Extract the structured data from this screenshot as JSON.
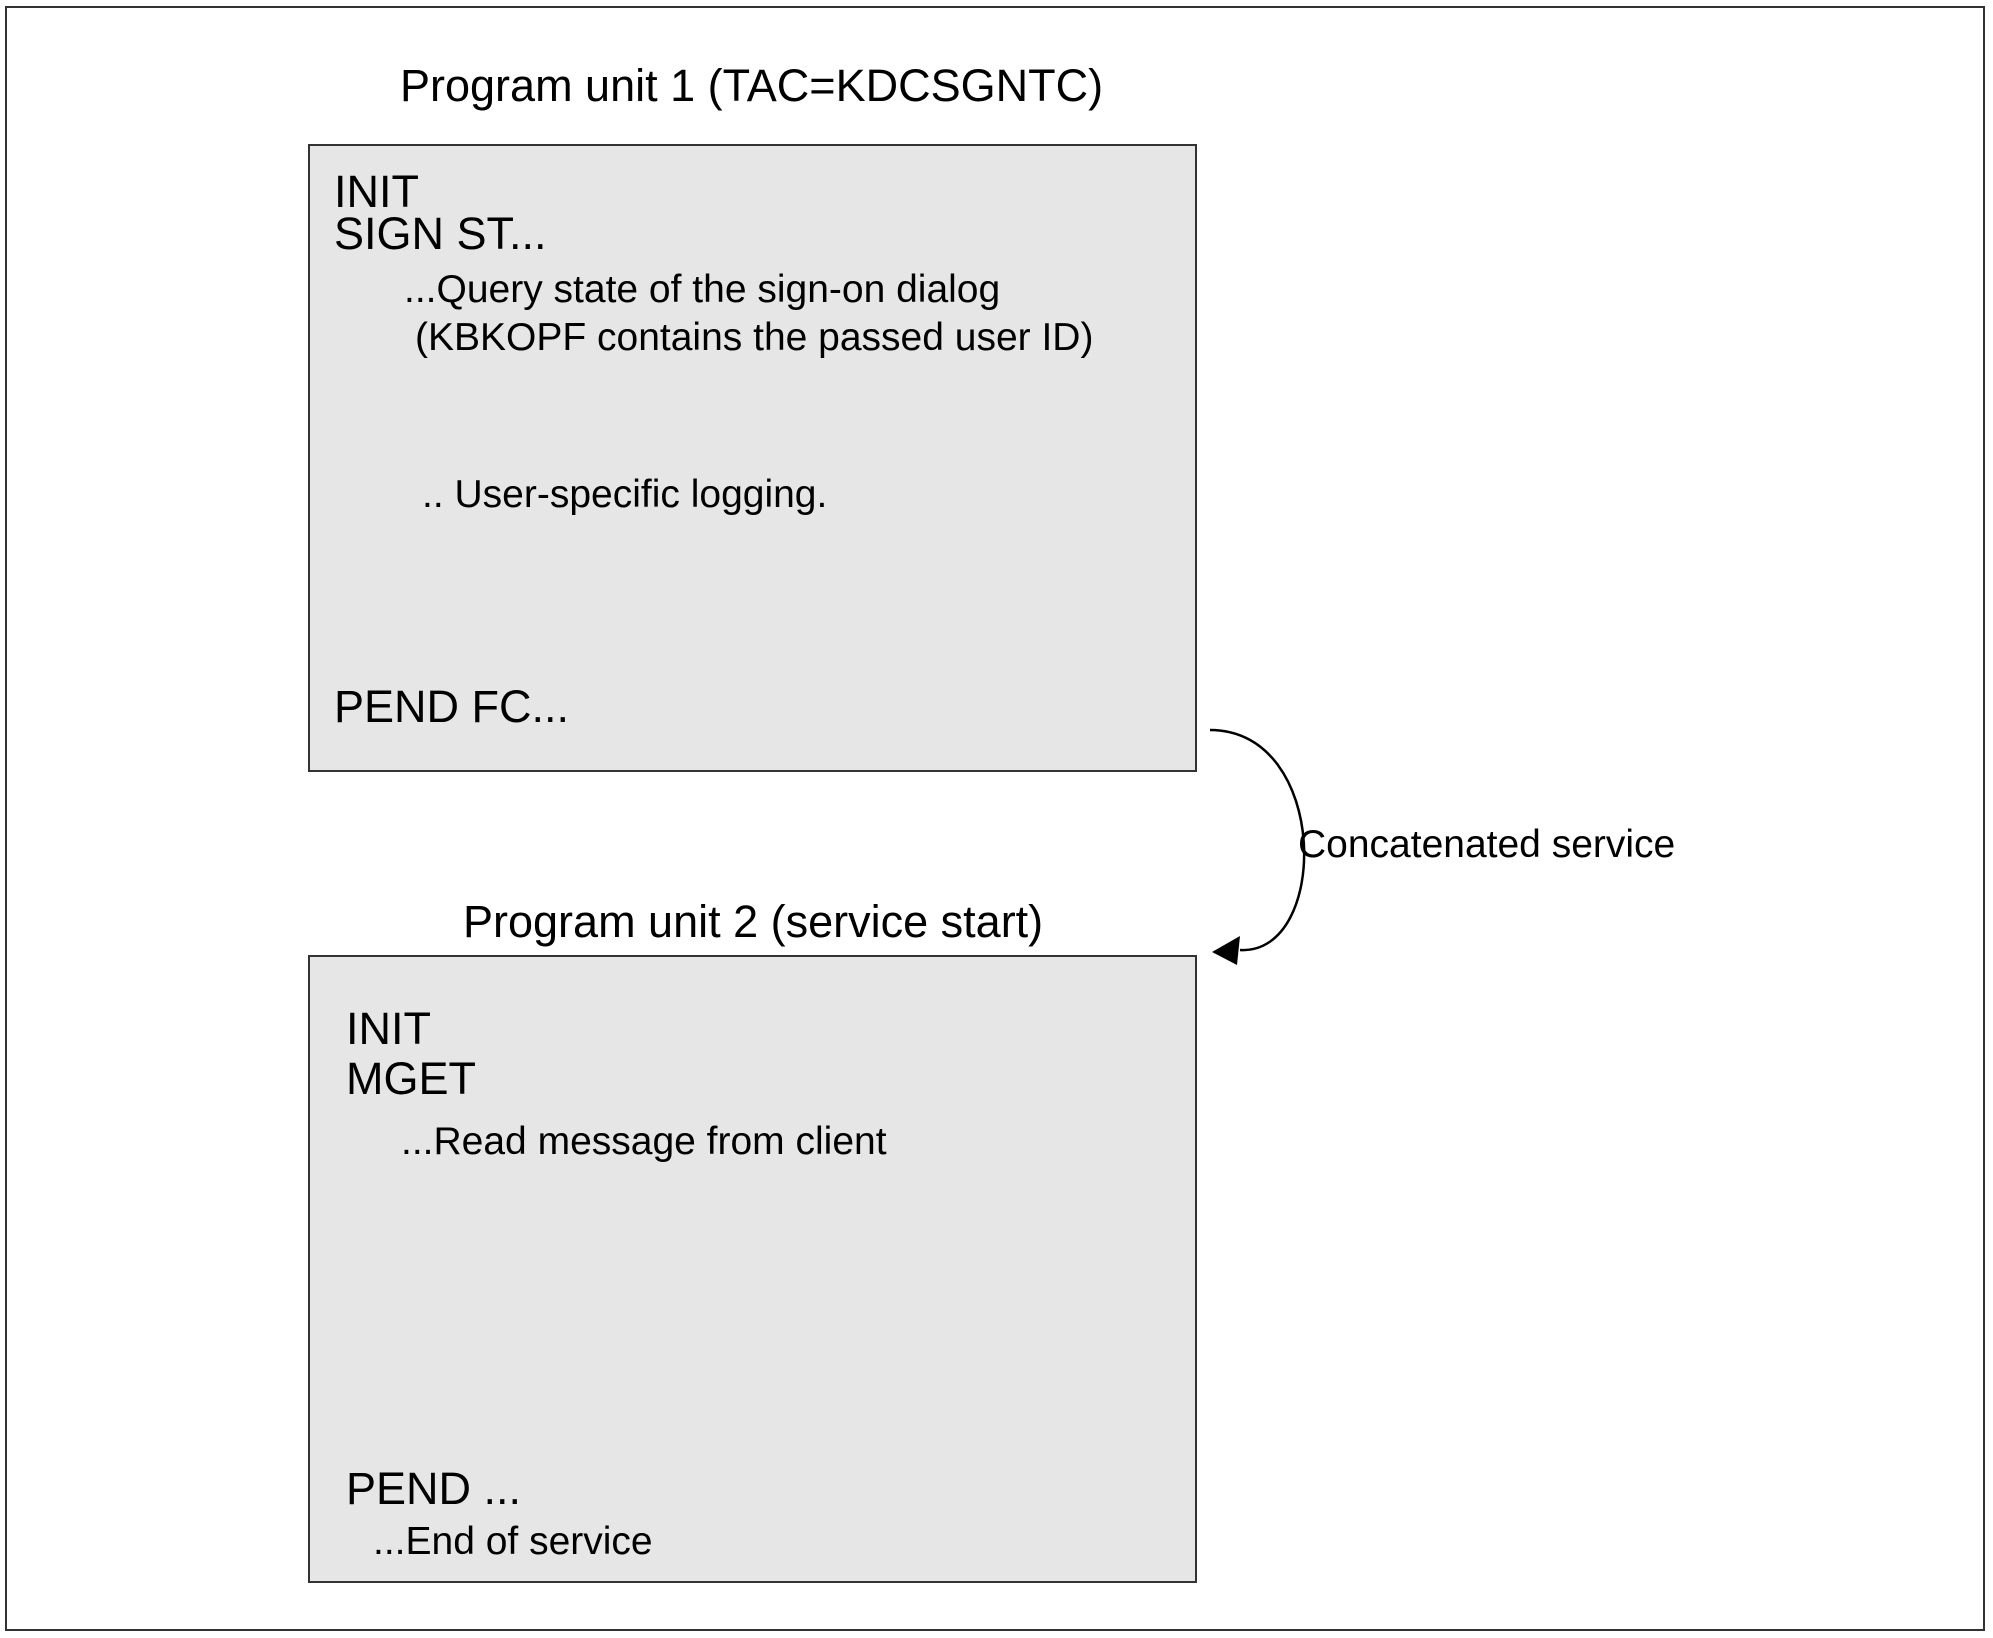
{
  "unit1": {
    "title": "Program unit 1 (TAC=KDCSGNTC)",
    "init": "INIT",
    "sign": "SIGN ST...",
    "query_line1": "...Query state of the sign-on dialog",
    "query_line2": "(KBKOPF contains the passed user ID)",
    "logging": ".. User-specific logging.",
    "pend": "PEND FC..."
  },
  "connector": {
    "label": "Concatenated service"
  },
  "unit2": {
    "title": "Program unit 2 (service start)",
    "init": "INIT",
    "mget": "MGET",
    "read": "...Read message from client",
    "pend": "PEND ...",
    "end": "...End of service"
  },
  "colors": {
    "box_fill": "#e6e6e6",
    "border": "#333333",
    "background": "#ffffff"
  }
}
